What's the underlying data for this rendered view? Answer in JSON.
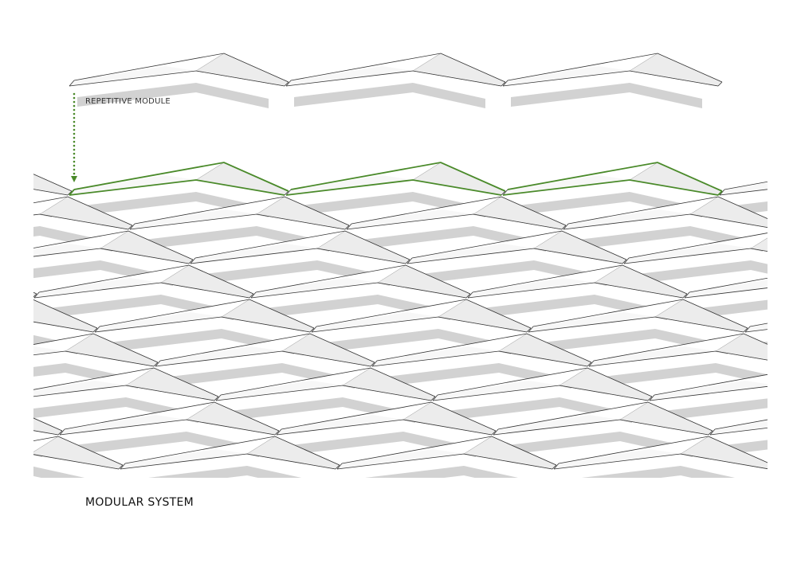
{
  "annotations": {
    "module_label": "REPETITIVE MODULE",
    "system_title": "MODULAR SYSTEM"
  },
  "colors": {
    "highlight": "#4a8a2a",
    "line": "#333333",
    "shadow": "#d2d2d2",
    "facet": "#ececec"
  },
  "structure": {
    "module_count_top": 3,
    "rows": 9,
    "highlighted_modules": 3
  }
}
